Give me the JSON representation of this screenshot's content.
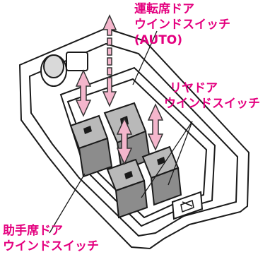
{
  "labels": {
    "driver": [
      "運転席ドア",
      "ウインドスイッチ",
      "(AUTO)"
    ],
    "rear": [
      "リヤドア",
      "ウインドスイッチ"
    ],
    "passenger": [
      "助手席ドア",
      "ウインドスイッチ"
    ]
  },
  "colors": {
    "label": "#e4007f",
    "arrow_fill": "#f4b6cc",
    "arrow_stroke": "#333333",
    "switch_fill": "#8c8c8c",
    "switch_top": "#b9b9b9",
    "panel_fill": "#ffffff",
    "line": "#1a1a1a"
  },
  "icons": [
    "window-up-icon",
    "window-lock-icon"
  ]
}
